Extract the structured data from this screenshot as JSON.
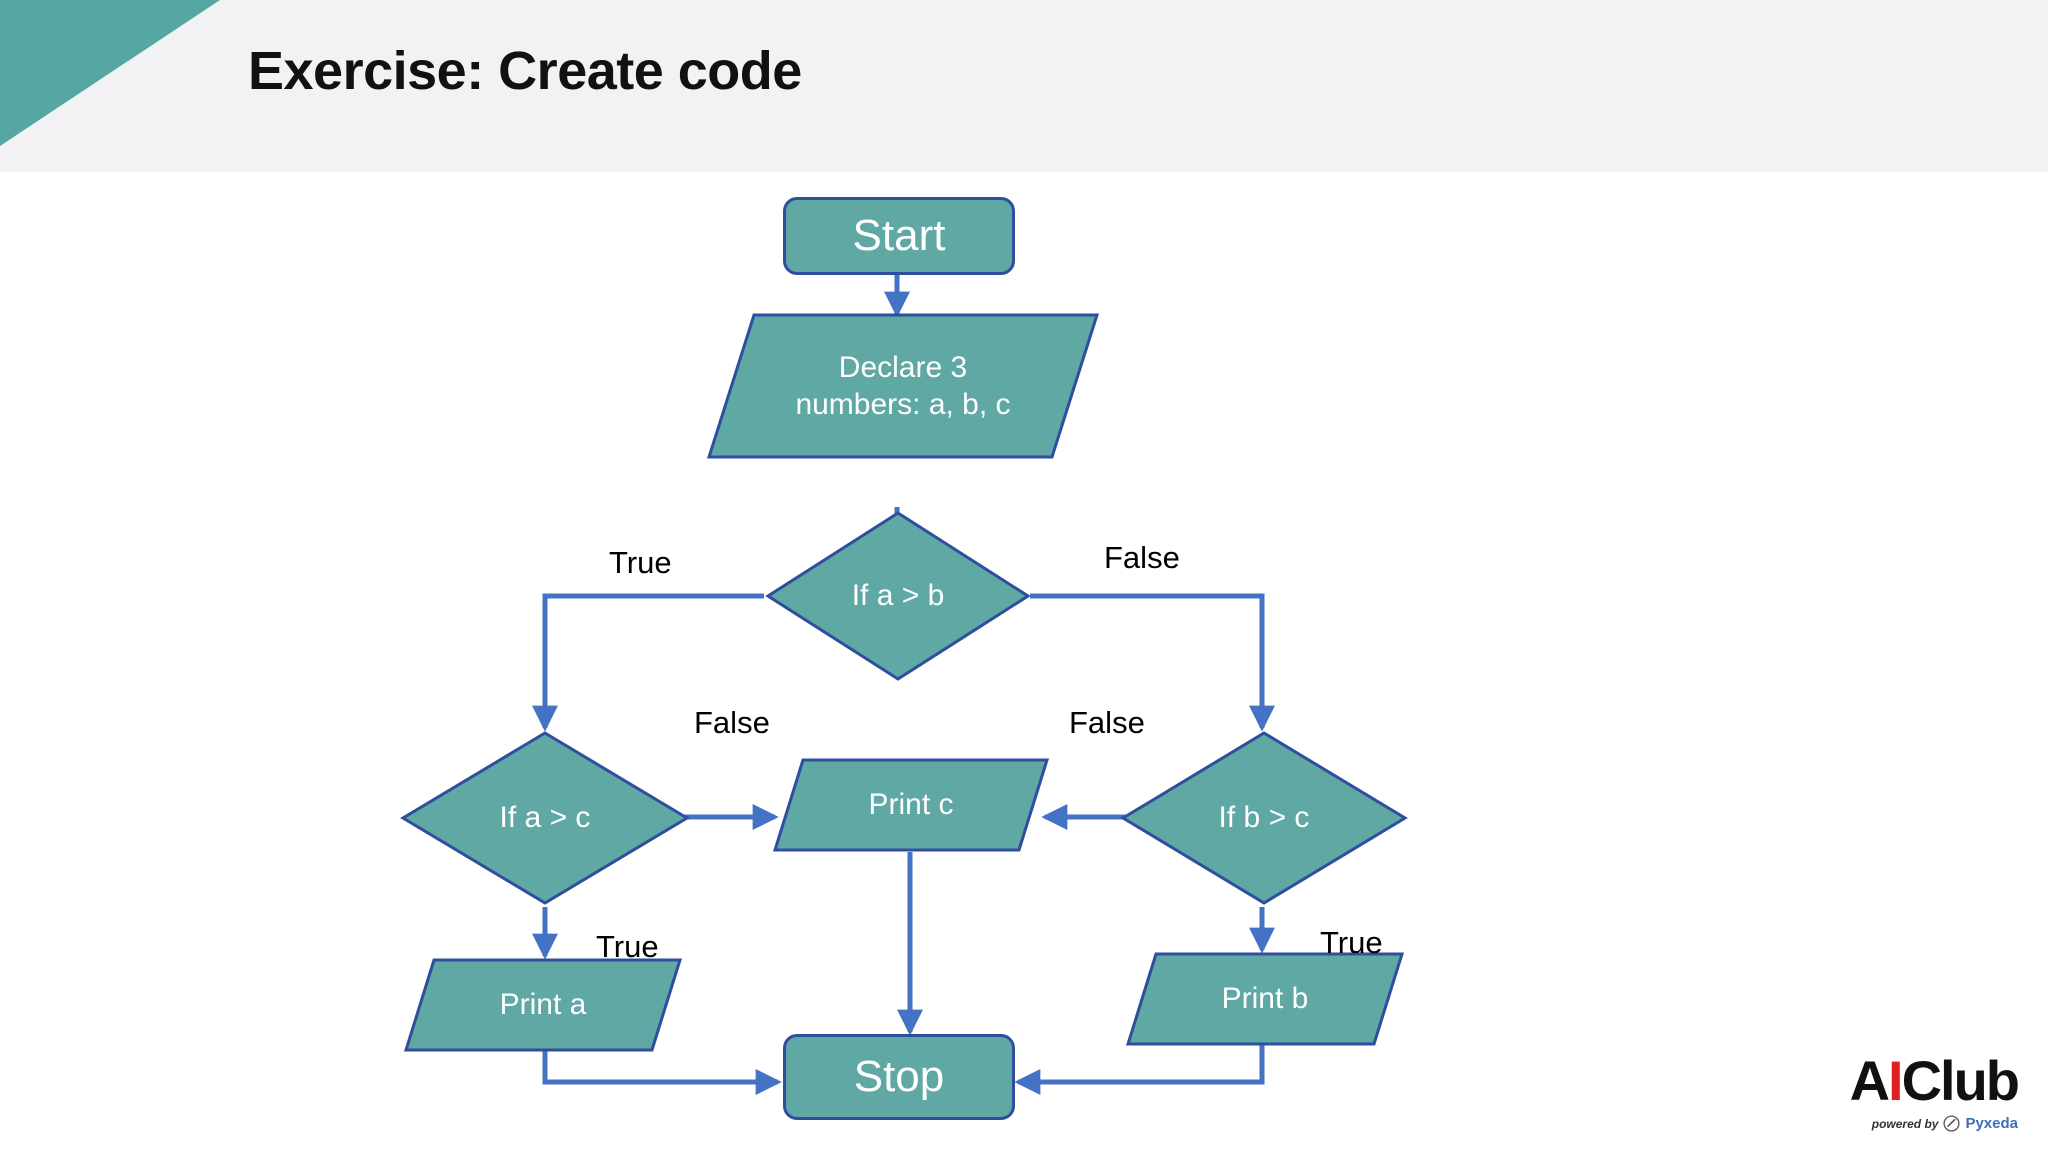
{
  "slide": {
    "title": "Exercise: Create code",
    "background": "#FFFFFF",
    "header_background": "#F2F2F4",
    "accent_color": "#55A8A2"
  },
  "theme": {
    "node_fill": "#5FA8A4",
    "node_border": "#2F4E9E",
    "connector_color": "#4472C4",
    "node_text": "#FFFFFF",
    "label_text": "#000000"
  },
  "flowchart": {
    "type": "flowchart",
    "nodes": [
      {
        "id": "start",
        "shape": "terminator",
        "label": "Start"
      },
      {
        "id": "declare",
        "shape": "parallelogram",
        "label": "Declare 3\nnumbers: a, b, c",
        "line1": "Declare 3",
        "line2": "numbers: a, b, c"
      },
      {
        "id": "if_a_b",
        "shape": "diamond",
        "label": "If a > b"
      },
      {
        "id": "if_a_c",
        "shape": "diamond",
        "label": "If a > c"
      },
      {
        "id": "if_b_c",
        "shape": "diamond",
        "label": "If b > c"
      },
      {
        "id": "print_c",
        "shape": "parallelogram",
        "label": "Print c"
      },
      {
        "id": "print_a",
        "shape": "parallelogram",
        "label": "Print a"
      },
      {
        "id": "print_b",
        "shape": "parallelogram",
        "label": "Print b"
      },
      {
        "id": "stop",
        "shape": "terminator",
        "label": "Stop"
      }
    ],
    "edges": [
      {
        "from": "start",
        "to": "declare",
        "label": ""
      },
      {
        "from": "declare",
        "to": "if_a_b",
        "label": ""
      },
      {
        "from": "if_a_b",
        "to": "if_a_c",
        "label": "True"
      },
      {
        "from": "if_a_b",
        "to": "if_b_c",
        "label": "False"
      },
      {
        "from": "if_a_c",
        "to": "print_c",
        "label": "False"
      },
      {
        "from": "if_a_c",
        "to": "print_a",
        "label": "True"
      },
      {
        "from": "if_b_c",
        "to": "print_c",
        "label": "False"
      },
      {
        "from": "if_b_c",
        "to": "print_b",
        "label": "True"
      },
      {
        "from": "print_c",
        "to": "stop",
        "label": ""
      },
      {
        "from": "print_a",
        "to": "stop",
        "label": ""
      },
      {
        "from": "print_b",
        "to": "stop",
        "label": ""
      }
    ],
    "edge_labels": {
      "true_left": "True",
      "false_right": "False",
      "false_a_c": "False",
      "false_b_c": "False",
      "true_a_c": "True",
      "true_b_c": "True"
    }
  },
  "logo": {
    "name_a": "A",
    "name_i": "I",
    "name_club": "Club",
    "powered_by": "powered by",
    "vendor": "Pyxeda"
  }
}
